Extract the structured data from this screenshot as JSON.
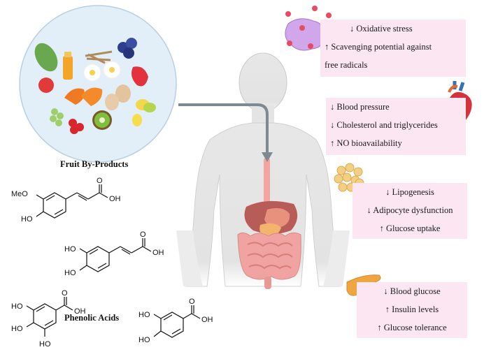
{
  "fruit_caption": "Fruit By-Products",
  "acids_caption": "Phenolic Acids",
  "chemistry": {
    "methoxy": "MeO",
    "hydroxy": "HO",
    "hydroxyl_group": "OH",
    "oxygen": "O"
  },
  "effects": {
    "oxidative": [
      "↓ Oxidative stress",
      "↑ Scavenging potential against",
      "free radicals"
    ],
    "cardio": [
      "↓ Blood pressure",
      "↓ Cholesterol and triglycerides",
      "↑ NO bioavailability"
    ],
    "adipose": [
      "↓ Lipogenesis",
      "↓ Adipocyte dysfunction",
      "↑ Glucose uptake"
    ],
    "pancreas": [
      "↓ Blood glucose",
      "↑ Insulin levels",
      "↑ Glucose tolerance"
    ]
  },
  "colors": {
    "box_fill": "#fbe6f1",
    "plate_fill": "#e3eff8",
    "body_fill": "#e6e6e6",
    "arrow": "#7f8a90"
  }
}
